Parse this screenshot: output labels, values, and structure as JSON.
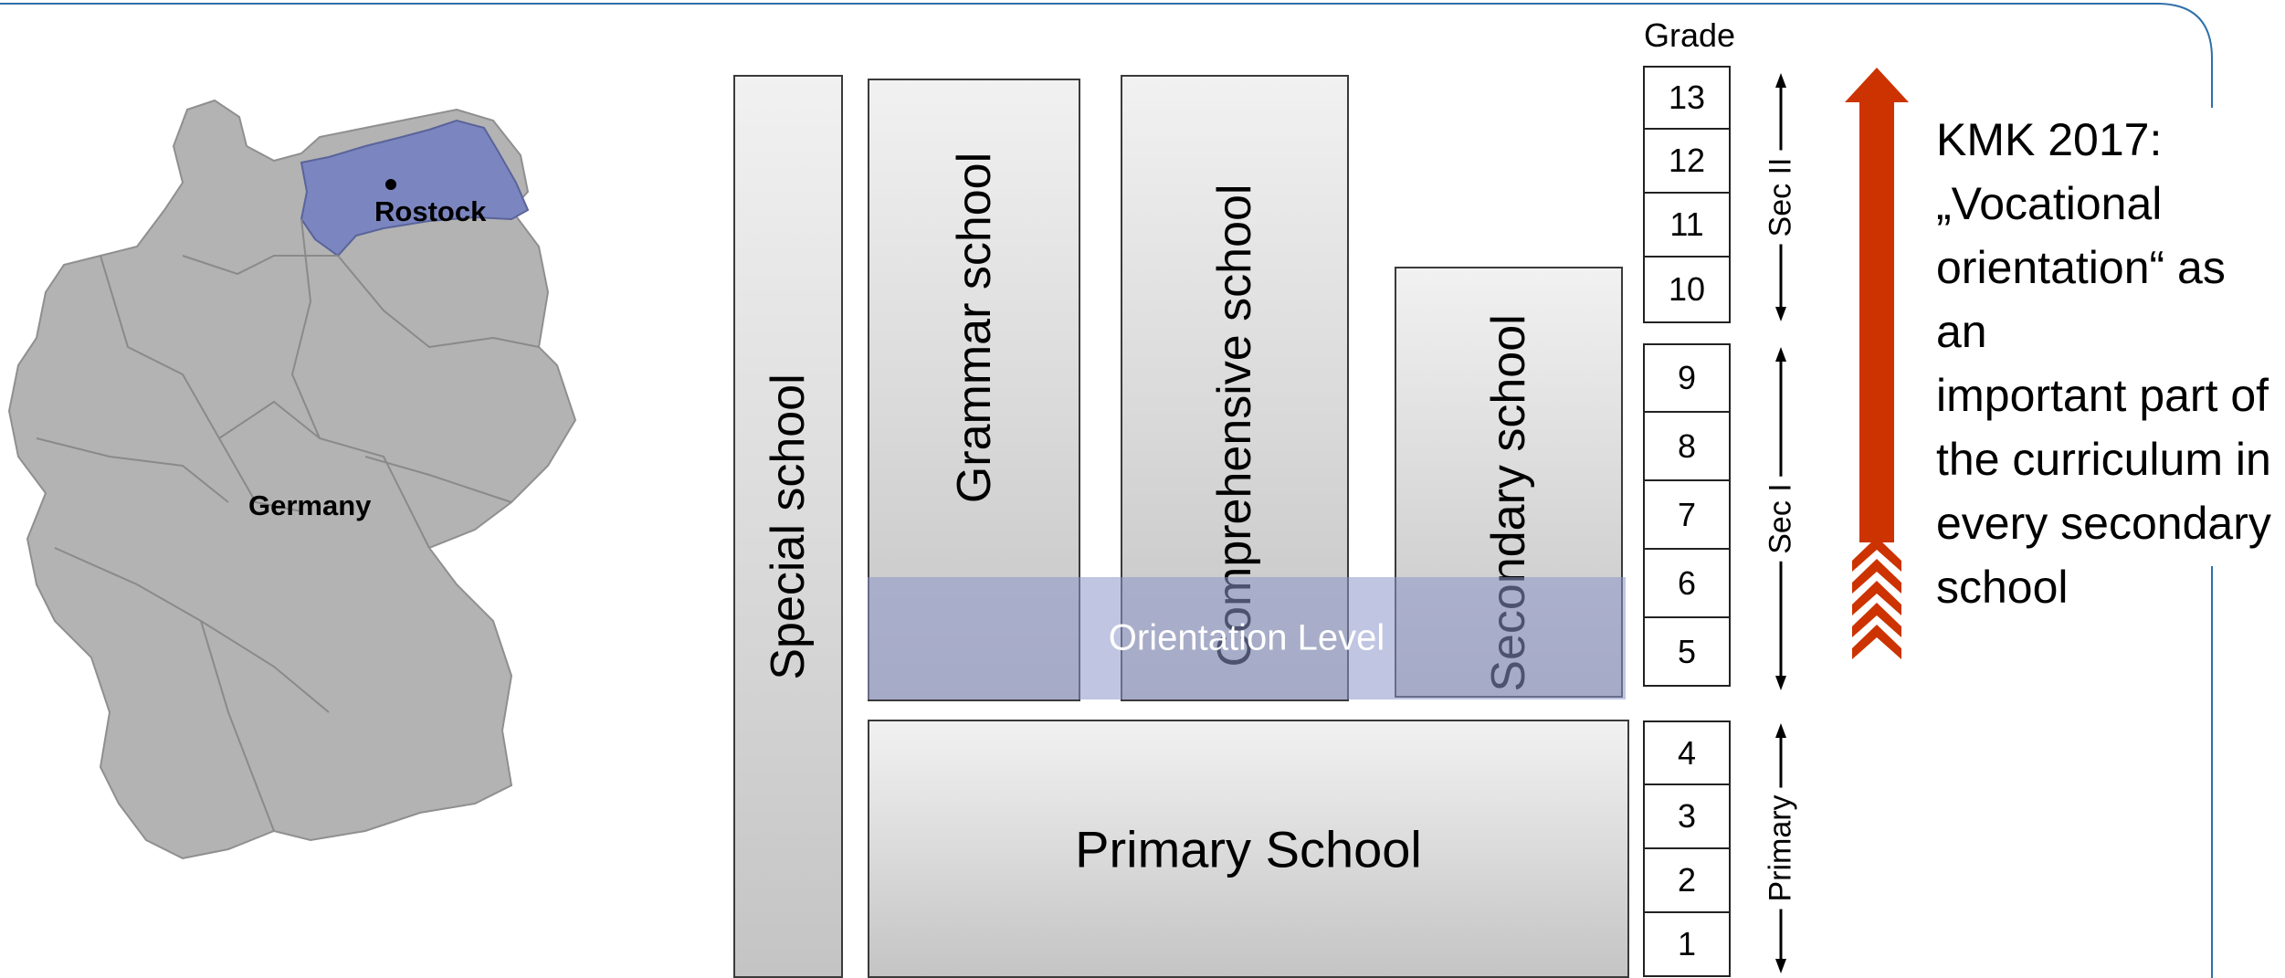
{
  "map": {
    "country_label": "Germany",
    "city_label": "Rostock",
    "country_color": "#b3b3b3",
    "highlight_color": "#7b86c0"
  },
  "schools": {
    "special": "Special school",
    "grammar": "Grammar school",
    "comprehensive": "Comprehensive school",
    "secondary": "Secondary school",
    "primary": "Primary School",
    "orientation_level": "Orientation Level"
  },
  "grades": {
    "title": "Grade",
    "sec2": [
      "13",
      "12",
      "11",
      "10"
    ],
    "sec1": [
      "9",
      "8",
      "7",
      "6",
      "5"
    ],
    "primary": [
      "4",
      "3",
      "2",
      "1"
    ]
  },
  "sections": {
    "sec2": "Sec II",
    "sec1": "Sec I",
    "primary": "Primary"
  },
  "kmk": {
    "lines": [
      "KMK 2017:",
      "„Vocational",
      "orientation“ as an",
      "important part of",
      "the curriculum in",
      "every secondary",
      "school"
    ]
  },
  "colors": {
    "accent_arrow": "#cc3300",
    "frame_line": "#2f6fa8",
    "orientation_band": "#8c96c8"
  }
}
